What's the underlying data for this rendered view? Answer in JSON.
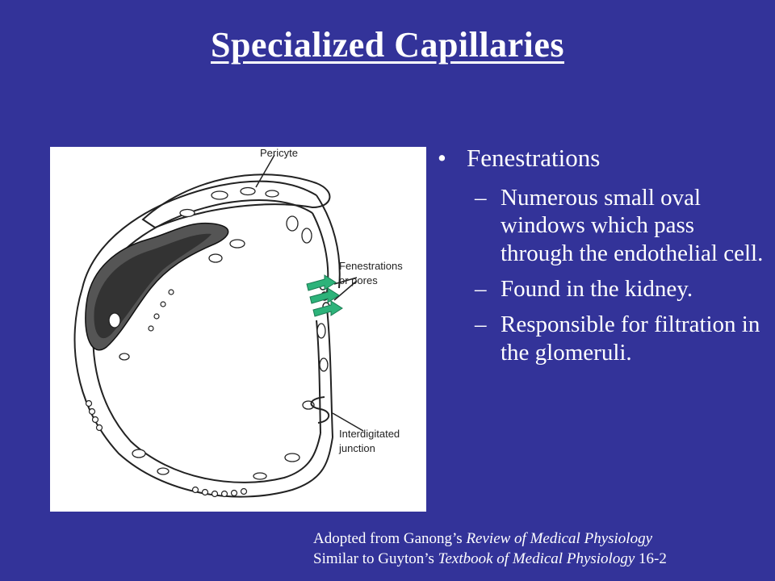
{
  "slide": {
    "title": "Specialized Capillaries",
    "bullet": {
      "marker": "•",
      "text": "Fenestrations",
      "sub_marker": "–",
      "sub_items": [
        "Numerous small oval windows which pass through the endothelial cell.",
        "Found in the kidney.",
        "Responsible for filtration in the glomeruli."
      ]
    },
    "figure": {
      "labels": {
        "pericyte": "Pericyte",
        "fenestrations_line1": "Fenestrations",
        "fenestrations_line2": "or pores",
        "junction_line1": "Interdigitated",
        "junction_line2": "junction"
      },
      "arrow_color": "#2db37a"
    },
    "citation": {
      "line1_prefix": "Adopted from Ganong’s ",
      "line1_title": "Review of Medical Physiology",
      "line2_prefix": "Similar to Guyton’s ",
      "line2_title": "Textbook of Medical Physiology",
      "line2_suffix": " 16-2"
    },
    "colors": {
      "background": "#333399",
      "text": "#ffffff"
    }
  }
}
